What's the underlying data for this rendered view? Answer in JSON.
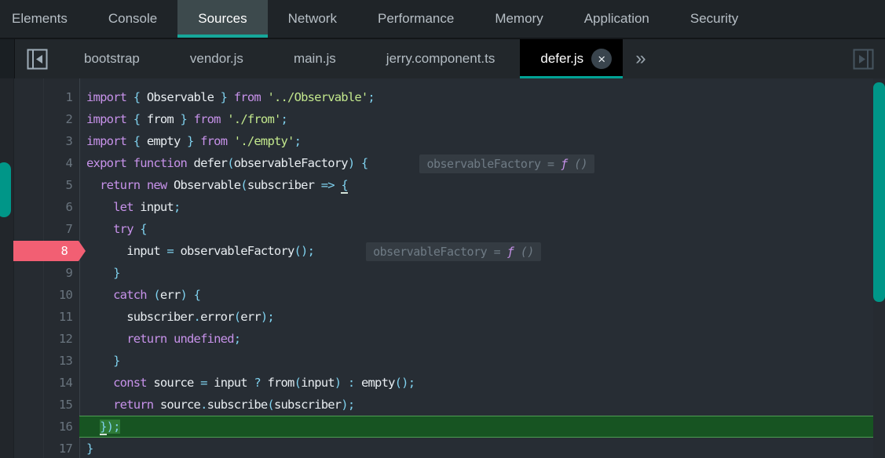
{
  "colors": {
    "accent_teal": "#009688",
    "main_tab_underline": "#16a79a",
    "active_file_tab_underline": "#00a295",
    "breakpoint_pink": "#f25f73",
    "paused_line_green": "#175422",
    "keyword_purple": "#c792ea",
    "punctuation_blue": "#7fd1ee",
    "string_green": "#c3e88d"
  },
  "main_tabs": {
    "items": [
      {
        "label": "Elements",
        "clipped": true
      },
      {
        "label": "Console"
      },
      {
        "label": "Sources",
        "selected": true
      },
      {
        "label": "Network"
      },
      {
        "label": "Performance"
      },
      {
        "label": "Memory"
      },
      {
        "label": "Application"
      },
      {
        "label": "Security"
      }
    ]
  },
  "file_tabs": {
    "left_icon": "collapse-left-panel-icon",
    "right_icon": "expand-right-panel-icon",
    "overflow_chevron": "»",
    "close_glyph": "×",
    "items": [
      {
        "label": "bootstrap"
      },
      {
        "label": "vendor.js"
      },
      {
        "label": "main.js"
      },
      {
        "label": "jerry.component.ts"
      },
      {
        "label": "defer.js",
        "active": true,
        "closable": true
      }
    ]
  },
  "editor": {
    "breakpoint_line": 8,
    "paused_line": 16,
    "lines": [
      {
        "n": 1,
        "tokens": [
          [
            "k",
            "import"
          ],
          [
            "p",
            " { "
          ],
          [
            "w",
            "Observable"
          ],
          [
            "p",
            " } "
          ],
          [
            "k",
            "from"
          ],
          [
            "w",
            " "
          ],
          [
            "s",
            "'../Observable'"
          ],
          [
            "p",
            ";"
          ]
        ]
      },
      {
        "n": 2,
        "tokens": [
          [
            "k",
            "import"
          ],
          [
            "p",
            " { "
          ],
          [
            "w",
            "from"
          ],
          [
            "p",
            " } "
          ],
          [
            "k",
            "from"
          ],
          [
            "w",
            " "
          ],
          [
            "s",
            "'./from'"
          ],
          [
            "p",
            ";"
          ]
        ]
      },
      {
        "n": 3,
        "tokens": [
          [
            "k",
            "import"
          ],
          [
            "p",
            " { "
          ],
          [
            "w",
            "empty"
          ],
          [
            "p",
            " } "
          ],
          [
            "k",
            "from"
          ],
          [
            "w",
            " "
          ],
          [
            "s",
            "'./empty'"
          ],
          [
            "p",
            ";"
          ]
        ]
      },
      {
        "n": 4,
        "tokens": [
          [
            "k",
            "export"
          ],
          [
            "w",
            " "
          ],
          [
            "k",
            "function"
          ],
          [
            "w",
            " defer"
          ],
          [
            "p",
            "("
          ],
          [
            "w",
            "observableFactory"
          ],
          [
            "p",
            ")"
          ],
          [
            "w",
            " "
          ],
          [
            "p",
            "{"
          ]
        ],
        "hint": {
          "pre": "observableFactory = ",
          "fn": "ƒ",
          "args": " ()"
        }
      },
      {
        "n": 5,
        "tokens": [
          [
            "w",
            "  "
          ],
          [
            "k",
            "return"
          ],
          [
            "w",
            " "
          ],
          [
            "k",
            "new"
          ],
          [
            "w",
            " Observable"
          ],
          [
            "p",
            "("
          ],
          [
            "w",
            "subscriber"
          ],
          [
            "w",
            " "
          ],
          [
            "p",
            "=>"
          ],
          [
            "w",
            " "
          ],
          [
            "p u",
            "{"
          ]
        ]
      },
      {
        "n": 6,
        "tokens": [
          [
            "w",
            "    "
          ],
          [
            "k",
            "let"
          ],
          [
            "w",
            " input"
          ],
          [
            "p",
            ";"
          ]
        ]
      },
      {
        "n": 7,
        "tokens": [
          [
            "w",
            "    "
          ],
          [
            "k",
            "try"
          ],
          [
            "w",
            " "
          ],
          [
            "p",
            "{"
          ]
        ]
      },
      {
        "n": 8,
        "breakpoint": true,
        "tokens": [
          [
            "w",
            "      input "
          ],
          [
            "p",
            "="
          ],
          [
            "w",
            " observableFactory"
          ],
          [
            "p",
            "();"
          ]
        ],
        "hint": {
          "pre": "observableFactory = ",
          "fn": "ƒ",
          "args": " ()"
        }
      },
      {
        "n": 9,
        "tokens": [
          [
            "w",
            "    "
          ],
          [
            "p",
            "}"
          ]
        ]
      },
      {
        "n": 10,
        "tokens": [
          [
            "w",
            "    "
          ],
          [
            "k",
            "catch"
          ],
          [
            "w",
            " "
          ],
          [
            "p",
            "("
          ],
          [
            "w",
            "err"
          ],
          [
            "p",
            ")"
          ],
          [
            "w",
            " "
          ],
          [
            "p",
            "{"
          ]
        ]
      },
      {
        "n": 11,
        "tokens": [
          [
            "w",
            "      subscriber"
          ],
          [
            "p",
            "."
          ],
          [
            "w",
            "error"
          ],
          [
            "p",
            "("
          ],
          [
            "w",
            "err"
          ],
          [
            "p",
            ");"
          ]
        ]
      },
      {
        "n": 12,
        "tokens": [
          [
            "w",
            "      "
          ],
          [
            "k",
            "return"
          ],
          [
            "w",
            " "
          ],
          [
            "k",
            "undefined"
          ],
          [
            "p",
            ";"
          ]
        ]
      },
      {
        "n": 13,
        "tokens": [
          [
            "w",
            "    "
          ],
          [
            "p",
            "}"
          ]
        ]
      },
      {
        "n": 14,
        "tokens": [
          [
            "w",
            "    "
          ],
          [
            "k",
            "const"
          ],
          [
            "w",
            " source "
          ],
          [
            "p",
            "="
          ],
          [
            "w",
            " input "
          ],
          [
            "p",
            "?"
          ],
          [
            "w",
            " from"
          ],
          [
            "p",
            "("
          ],
          [
            "w",
            "input"
          ],
          [
            "p",
            ")"
          ],
          [
            "w",
            " "
          ],
          [
            "p",
            ":"
          ],
          [
            "w",
            " empty"
          ],
          [
            "p",
            "();"
          ]
        ]
      },
      {
        "n": 15,
        "tokens": [
          [
            "w",
            "    "
          ],
          [
            "k",
            "return"
          ],
          [
            "w",
            " source"
          ],
          [
            "p",
            "."
          ],
          [
            "w",
            "subscribe"
          ],
          [
            "p",
            "("
          ],
          [
            "w",
            "subscriber"
          ],
          [
            "p",
            ");"
          ]
        ]
      },
      {
        "n": 16,
        "paused": true,
        "tokens": [
          [
            "w",
            "  "
          ],
          [
            "p blk u",
            "}"
          ],
          [
            "p blk",
            ");"
          ]
        ]
      },
      {
        "n": 17,
        "tokens": [
          [
            "p",
            "}"
          ]
        ]
      }
    ]
  }
}
